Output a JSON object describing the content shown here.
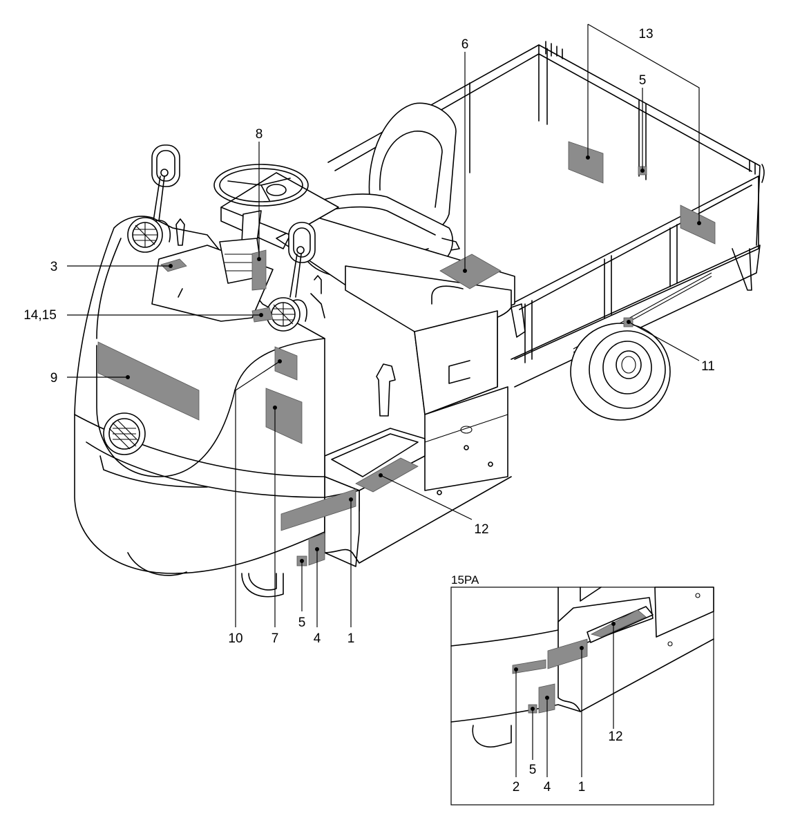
{
  "diagram": {
    "main_callouts": {
      "c1": "1",
      "c3": "3",
      "c4": "4",
      "c5_front": "5",
      "c5_rear": "5",
      "c6": "6",
      "c7": "7",
      "c8": "8",
      "c9": "9",
      "c10": "10",
      "c11": "11",
      "c12": "12",
      "c13": "13",
      "c14_15": "14,15"
    },
    "inset": {
      "title": "15PA",
      "callouts": {
        "c1": "1",
        "c2": "2",
        "c4": "4",
        "c5": "5",
        "c12": "12"
      }
    },
    "colors": {
      "line": "#000000",
      "decal": "#8c8c8c",
      "background": "#ffffff"
    }
  }
}
